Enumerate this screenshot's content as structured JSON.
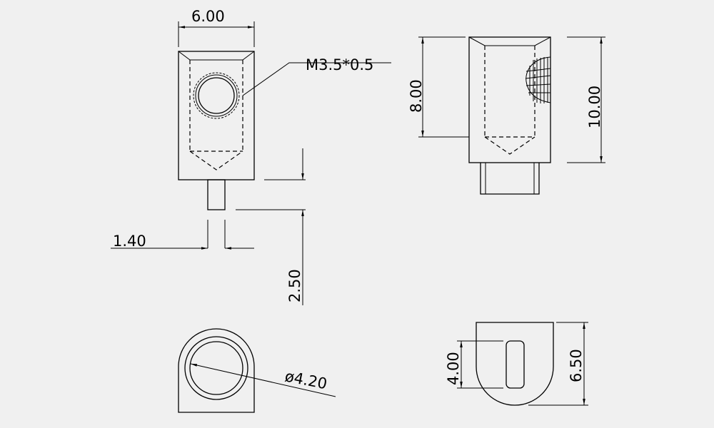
{
  "dimensions": {
    "top_width": "6.00",
    "thread": "M3.5*0.5",
    "pin_width": "1.40",
    "pin_length": "2.50",
    "hole_depth": "8.00",
    "total_height": "10.00",
    "diameter": "ø4.20",
    "slot_height": "4.00",
    "bottom_height": "6.50"
  },
  "colors": {
    "background": "#f0f0f0",
    "line": "#000000"
  }
}
